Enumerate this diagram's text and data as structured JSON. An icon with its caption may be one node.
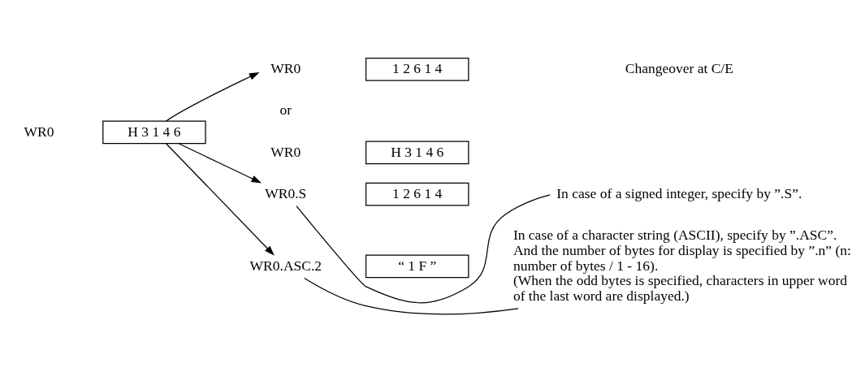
{
  "diagram": {
    "nodes": [
      {
        "text": [
          "WR0"
        ]
      },
      {
        "text": [
          "H 3 1 4 6"
        ]
      },
      {
        "text": [
          "WR0"
        ]
      },
      {
        "text": [
          "1 2 6 1 4"
        ]
      },
      {
        "text": [
          "WR0"
        ]
      },
      {
        "text": [
          "H 3 1 4 6"
        ]
      },
      {
        "text": [
          "WR0.S"
        ]
      },
      {
        "text": [
          "1 2 6 1 4"
        ]
      },
      {
        "text": [
          "In case of a signed integer, specify by ”.S”."
        ]
      },
      {
        "text": [
          "WR0.ASC.2"
        ]
      },
      {
        "text": [
          "“ 1 F ”"
        ]
      },
      {
        "text": [
          "In case of a character string (ASCII), specify by ”.ASC”. And the number of bytes for display is specified by ”.n” (n: number of bytes / 1 - 16).",
          "(When the odd bytes is specified, characters in upper word of the last word are displayed.)"
        ]
      }
    ],
    "edges": [
      {
        "from": 1,
        "to": 2,
        "arrow": "to"
      },
      {
        "from": 1,
        "to": 6,
        "arrow": "to"
      },
      {
        "from": 1,
        "to": 9,
        "arrow": "to"
      },
      {
        "from": 8,
        "to": 6,
        "arrow": "none"
      },
      {
        "from": 11,
        "to": 9,
        "arrow": "none"
      }
    ],
    "labels": [
      "or",
      "Changeover at C/E"
    ]
  }
}
